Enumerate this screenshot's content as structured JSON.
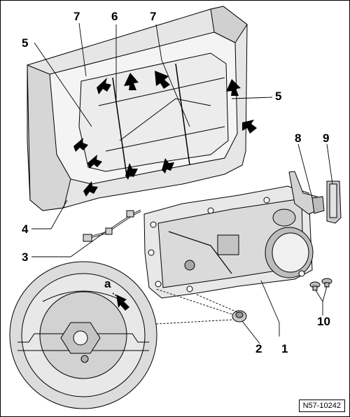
{
  "callouts": {
    "c1": "1",
    "c2": "2",
    "c3": "3",
    "c4": "4",
    "c5_left": "5",
    "c5_right": "5",
    "c6": "6",
    "c7_left": "7",
    "c7_right": "7",
    "c8": "8",
    "c9": "9",
    "c10": "10",
    "ca": "a"
  },
  "reference_code": "N57-10242",
  "colors": {
    "line": "#000000",
    "panel_fill": "#e6e6e6",
    "panel_shade": "#cfcfcf",
    "detail_fill": "#dcdcdc",
    "arrow": "#000000"
  }
}
